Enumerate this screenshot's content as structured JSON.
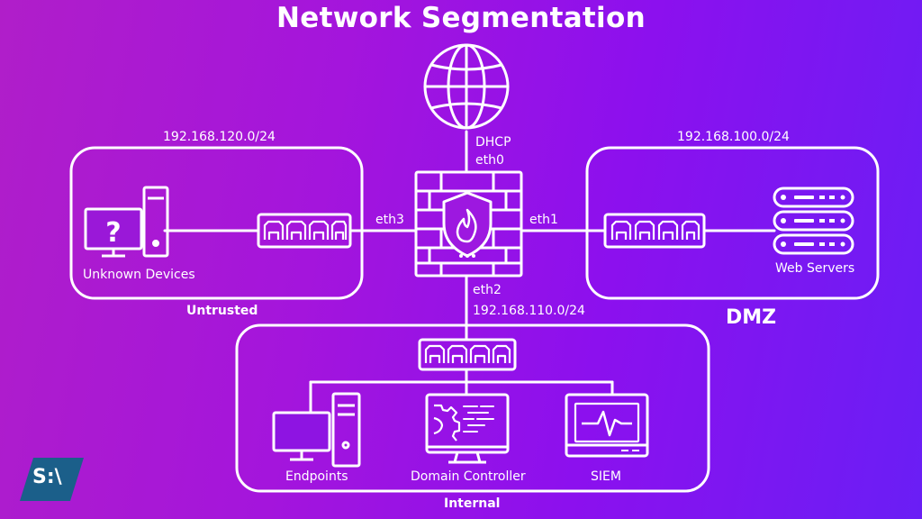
{
  "title": "Network Segmentation",
  "interfaces": {
    "wan": "DHCP",
    "eth0": "eth0",
    "eth1": "eth1",
    "eth2": "eth2",
    "eth3": "eth3"
  },
  "zones": {
    "untrusted": {
      "name": "Untrusted",
      "subnet": "192.168.120.0/24",
      "devices": [
        "Unknown Devices"
      ]
    },
    "dmz": {
      "name": "DMZ",
      "subnet": "192.168.100.0/24",
      "devices": [
        "Web Servers"
      ]
    },
    "internal": {
      "name": "Internal",
      "subnet": "192.168.110.0/24",
      "devices": [
        "Endpoints",
        "Domain Controller",
        "SIEM"
      ]
    }
  },
  "logo": "S:\\",
  "colors": {
    "background_start": "#b01ec9",
    "background_end": "#6a1ef5",
    "stroke": "#ffffff",
    "logo_bg": "#1b5f8a"
  },
  "icons": [
    "globe-icon",
    "firewall-icon",
    "switch-icon",
    "question-computer-icon",
    "server-rack-icon",
    "desktop-computer-icon",
    "domain-controller-icon",
    "siem-monitor-icon"
  ]
}
